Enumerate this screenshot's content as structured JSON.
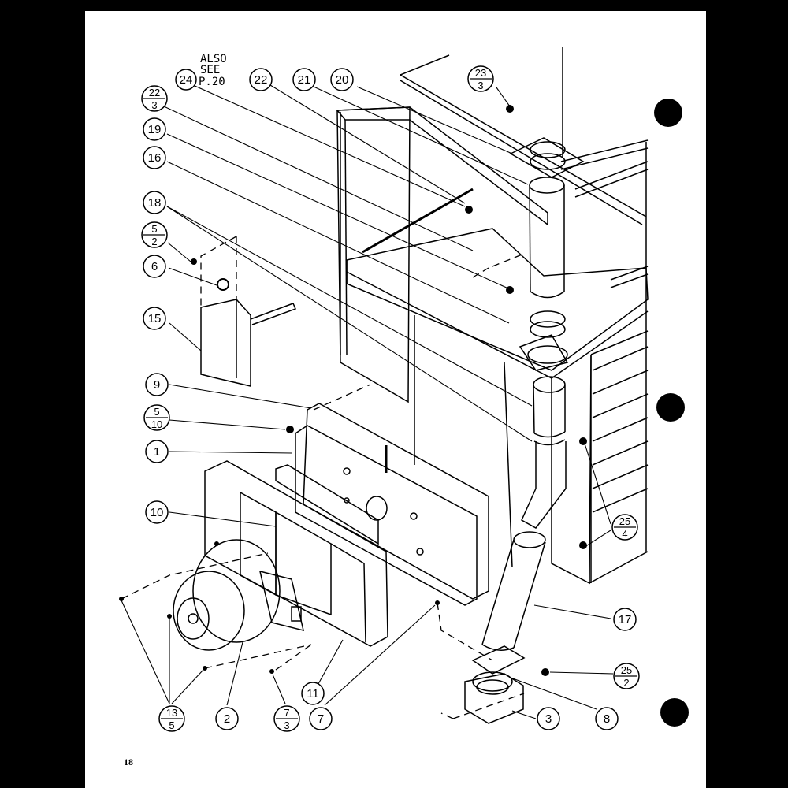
{
  "page_number": "18",
  "note": {
    "line1": "ALSO",
    "line2": "SEE",
    "line3": "P.20"
  },
  "callouts": {
    "c24": "24",
    "c22": "22",
    "c21": "21",
    "c20": "20",
    "c22_3": {
      "num": "22",
      "den": "3"
    },
    "c23_3": {
      "num": "23",
      "den": "3"
    },
    "c19": "19",
    "c16": "16",
    "c18": "18",
    "c5_2": {
      "num": "5",
      "den": "2"
    },
    "c6": "6",
    "c15": "15",
    "c9": "9",
    "c5_10": {
      "num": "5",
      "den": "10"
    },
    "c1": "1",
    "c10": "10",
    "c25_4": {
      "num": "25",
      "den": "4"
    },
    "c17": "17",
    "c25_2": {
      "num": "25",
      "den": "2"
    },
    "c13_5": {
      "num": "13",
      "den": "5"
    },
    "c2": "2",
    "c7_3": {
      "num": "7",
      "den": "3"
    },
    "c11": "11",
    "c7": "7",
    "c3": "3",
    "c8": "8"
  }
}
